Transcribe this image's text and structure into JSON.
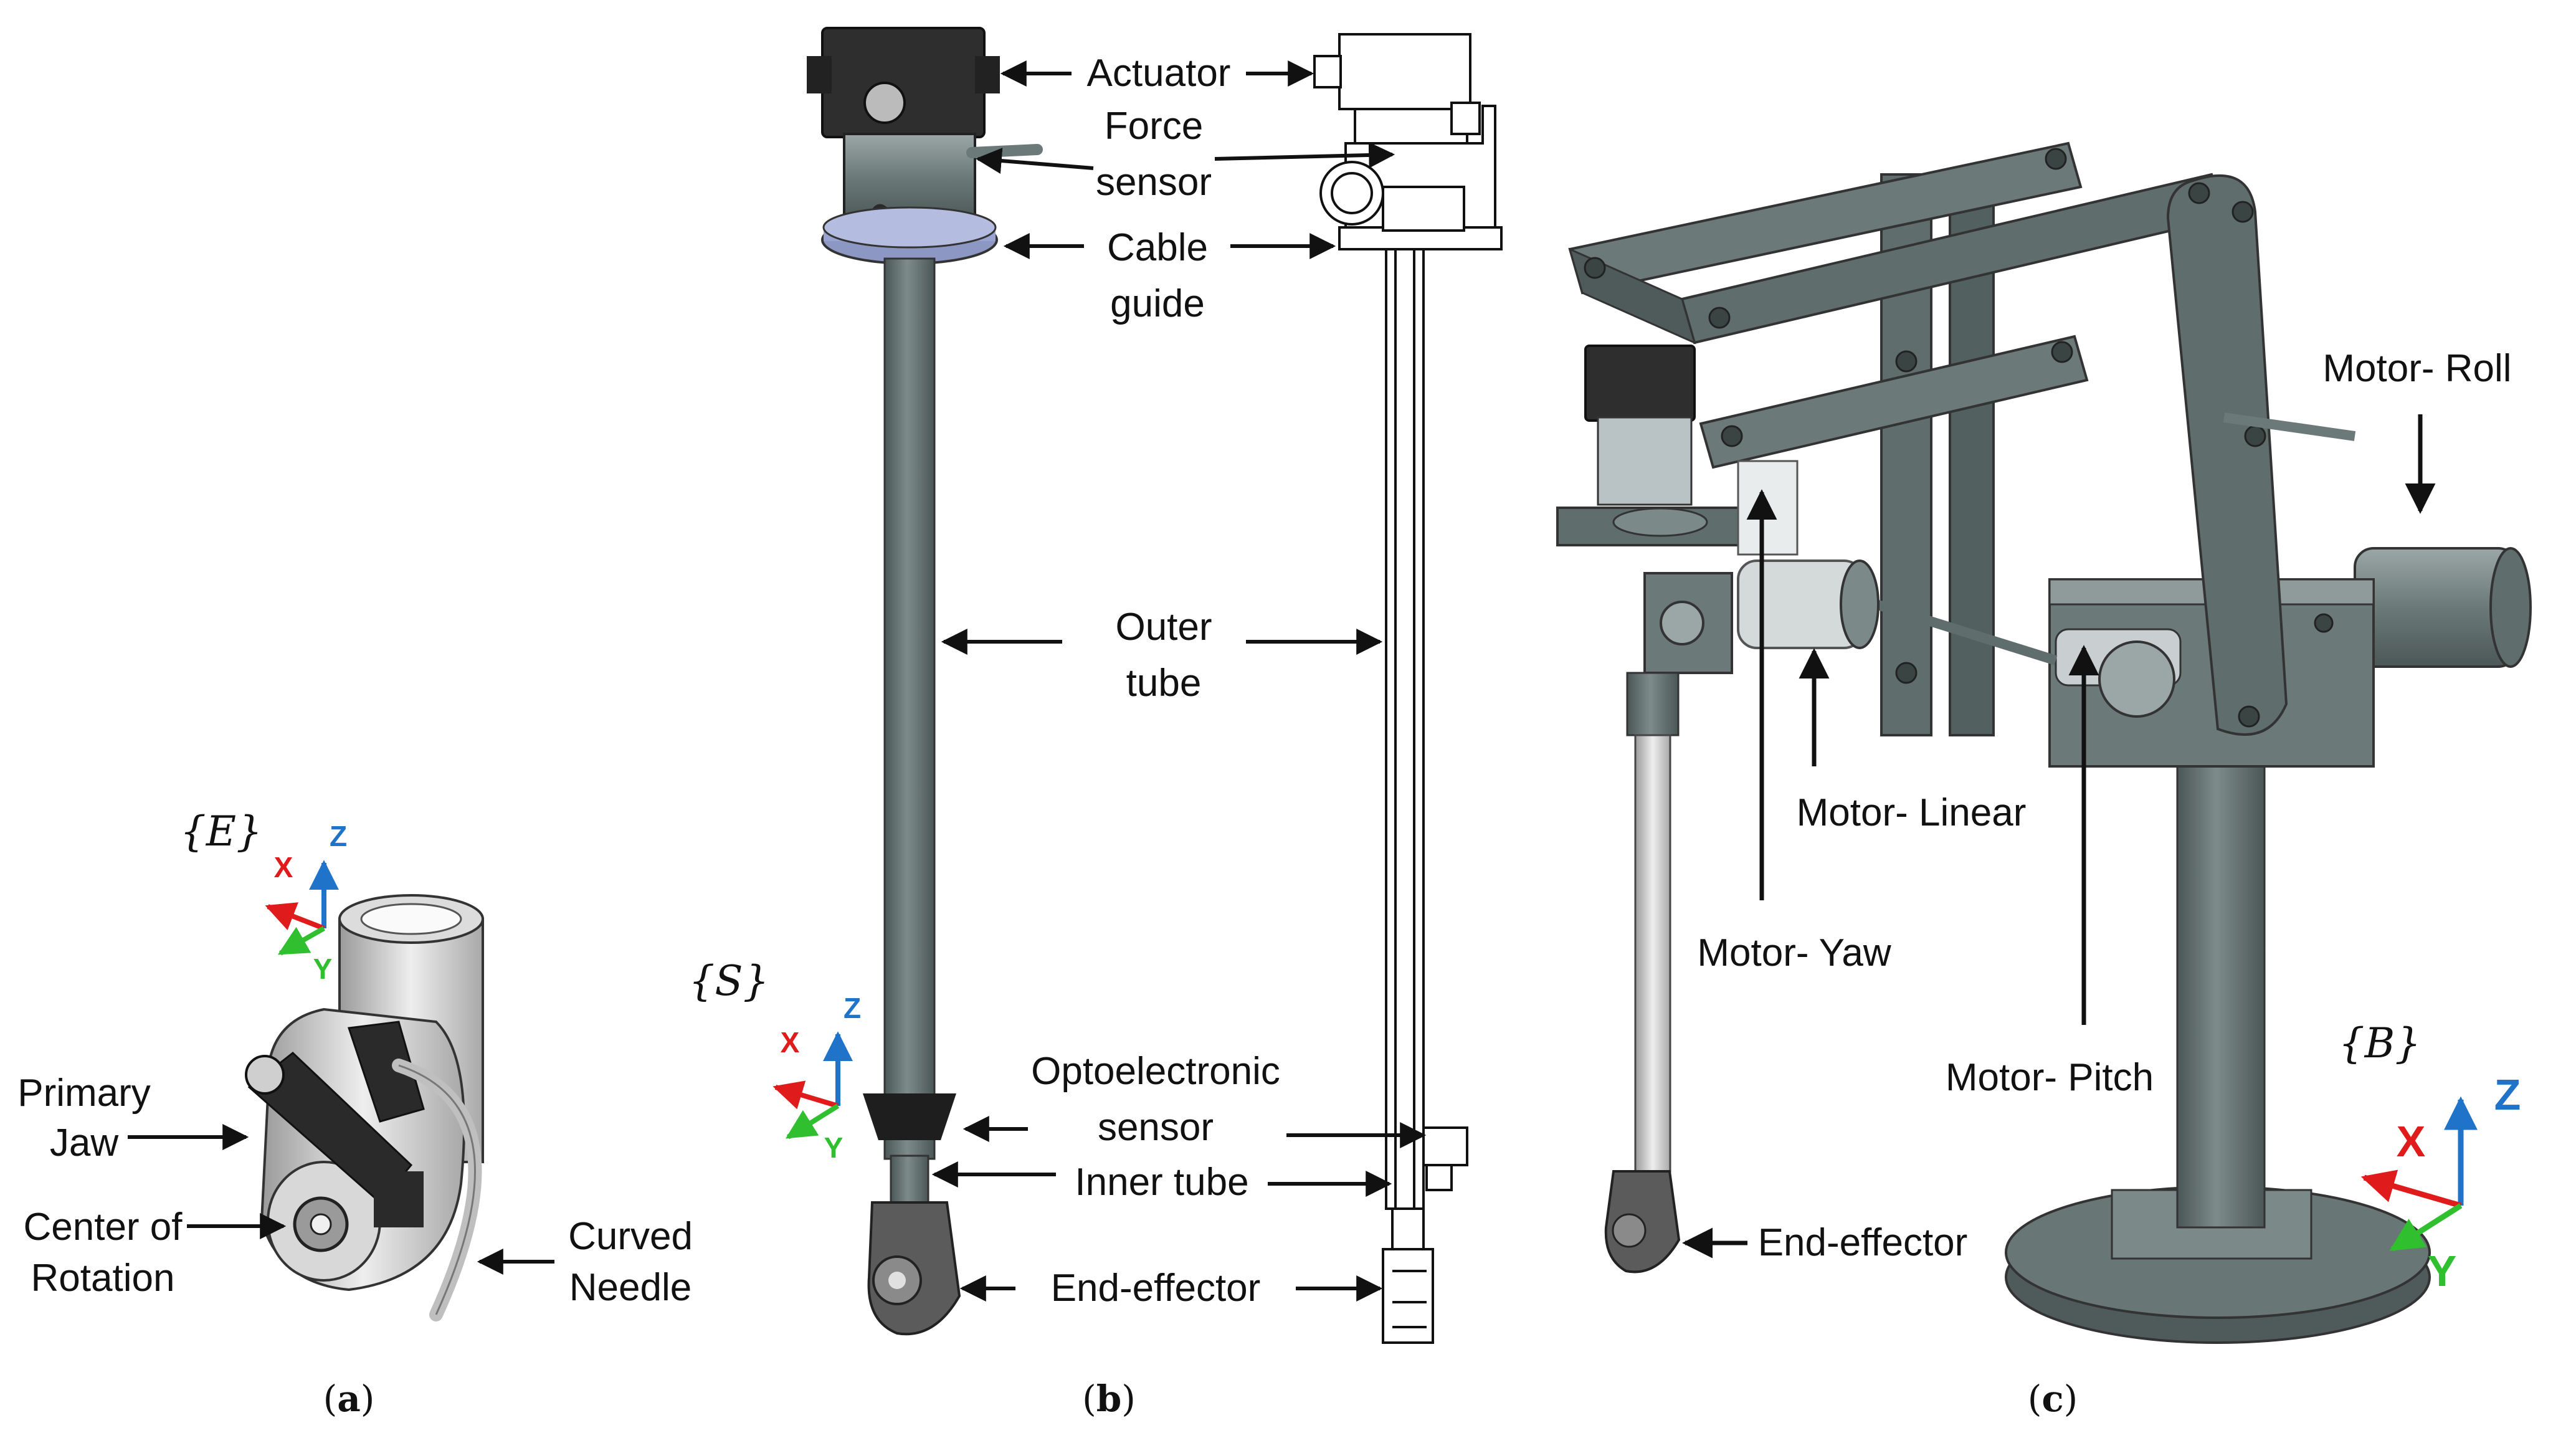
{
  "panels": {
    "a": {
      "letter": "a"
    },
    "b": {
      "letter": "b"
    },
    "c": {
      "letter": "c"
    }
  },
  "frames": {
    "end_effector": "{E}",
    "sensor": "{S}",
    "base": "{B}"
  },
  "axes": {
    "x": "X",
    "y": "Y",
    "z": "Z"
  },
  "labels": {
    "primary_jaw_1": "Primary",
    "primary_jaw_2": "Jaw",
    "center_rotation_1": "Center of",
    "center_rotation_2": "Rotation",
    "curved_needle_1": "Curved",
    "curved_needle_2": "Needle",
    "actuator": "Actuator",
    "force_sensor_1": "Force",
    "force_sensor_2": "sensor",
    "cable_guide_1": "Cable",
    "cable_guide_2": "guide",
    "outer_tube_1": "Outer",
    "outer_tube_2": "tube",
    "optoelectronic_1": "Optoelectronic",
    "optoelectronic_2": "sensor",
    "inner_tube": "Inner tube",
    "end_effector_b": "End-effector",
    "motor_roll": "Motor- Roll",
    "motor_linear": "Motor- Linear",
    "motor_yaw": "Motor- Yaw",
    "motor_pitch": "Motor- Pitch",
    "end_effector_c": "End-effector"
  },
  "colors": {
    "x_axis": "#e01b1b",
    "y_axis": "#2fbf2f",
    "z_axis": "#1f73c8",
    "steel": "#5f6e6d",
    "steel_dark": "#44504f",
    "steel_light": "#8e9b9a",
    "outline": "#111111"
  }
}
